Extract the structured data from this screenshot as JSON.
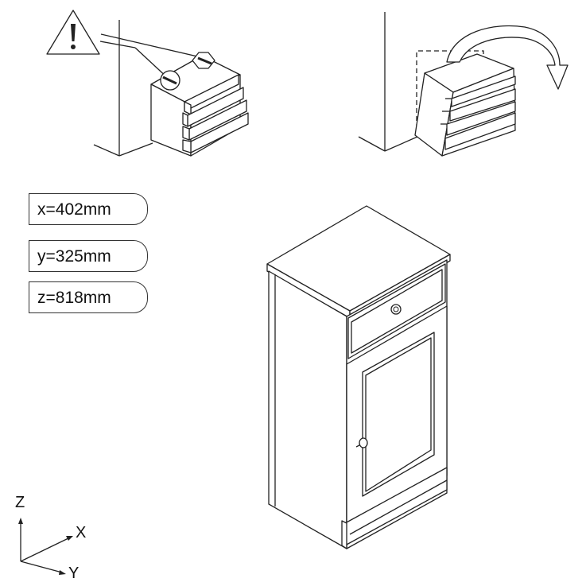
{
  "dimensions": {
    "x": "x=402mm",
    "y": "y=325mm",
    "z": "z=818mm"
  },
  "axes": {
    "z": "Z",
    "x": "X",
    "y": "Y"
  },
  "icons": {
    "warning": "warning-triangle-icon",
    "rotate": "rotate-arrow-icon"
  }
}
